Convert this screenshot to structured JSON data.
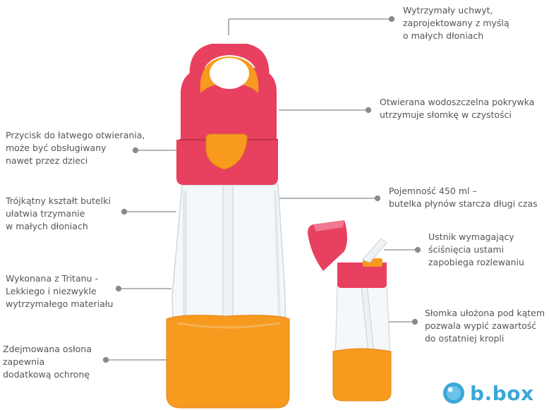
{
  "callouts": {
    "handle": "Wytrzymały uchwyt,\nzaprojektowany z myślą\no małych dłoniach",
    "lid": "Otwierana wodoszczelna pokrywka\nutrzymuje słomkę w czystości",
    "button": "Przycisk do łatwego otwierania,\nmoże być obsługiwany\nnawet przez dzieci",
    "shape": "Trójkątny kształt butelki\nułatwia trzymanie\nw małych dłoniach",
    "capacity": "Pojemność 450 ml –\nbutelka płynów starcza długi czas",
    "mouthpiece": "Ustnik wymagający\nściśnięcia ustami\nzapobiega rozlewaniu",
    "tritan": "Wykonana z Tritanu -\nLekkiego i niezwykle\nwytrzymałego materiału",
    "straw": "Słomka ułożona pod kątem\npozwala wypić zawartość\ndo ostatniej kropli",
    "sleeve": "Zdejmowana osłona\nzapewnia\ndodatkową ochronę"
  },
  "logo": {
    "text": "b.box",
    "icon": "bubble-icon",
    "color": "#3aa8d8"
  },
  "colors": {
    "pink": "#e8405f",
    "orange": "#f79a1e",
    "leader": "#8a8a8a"
  }
}
